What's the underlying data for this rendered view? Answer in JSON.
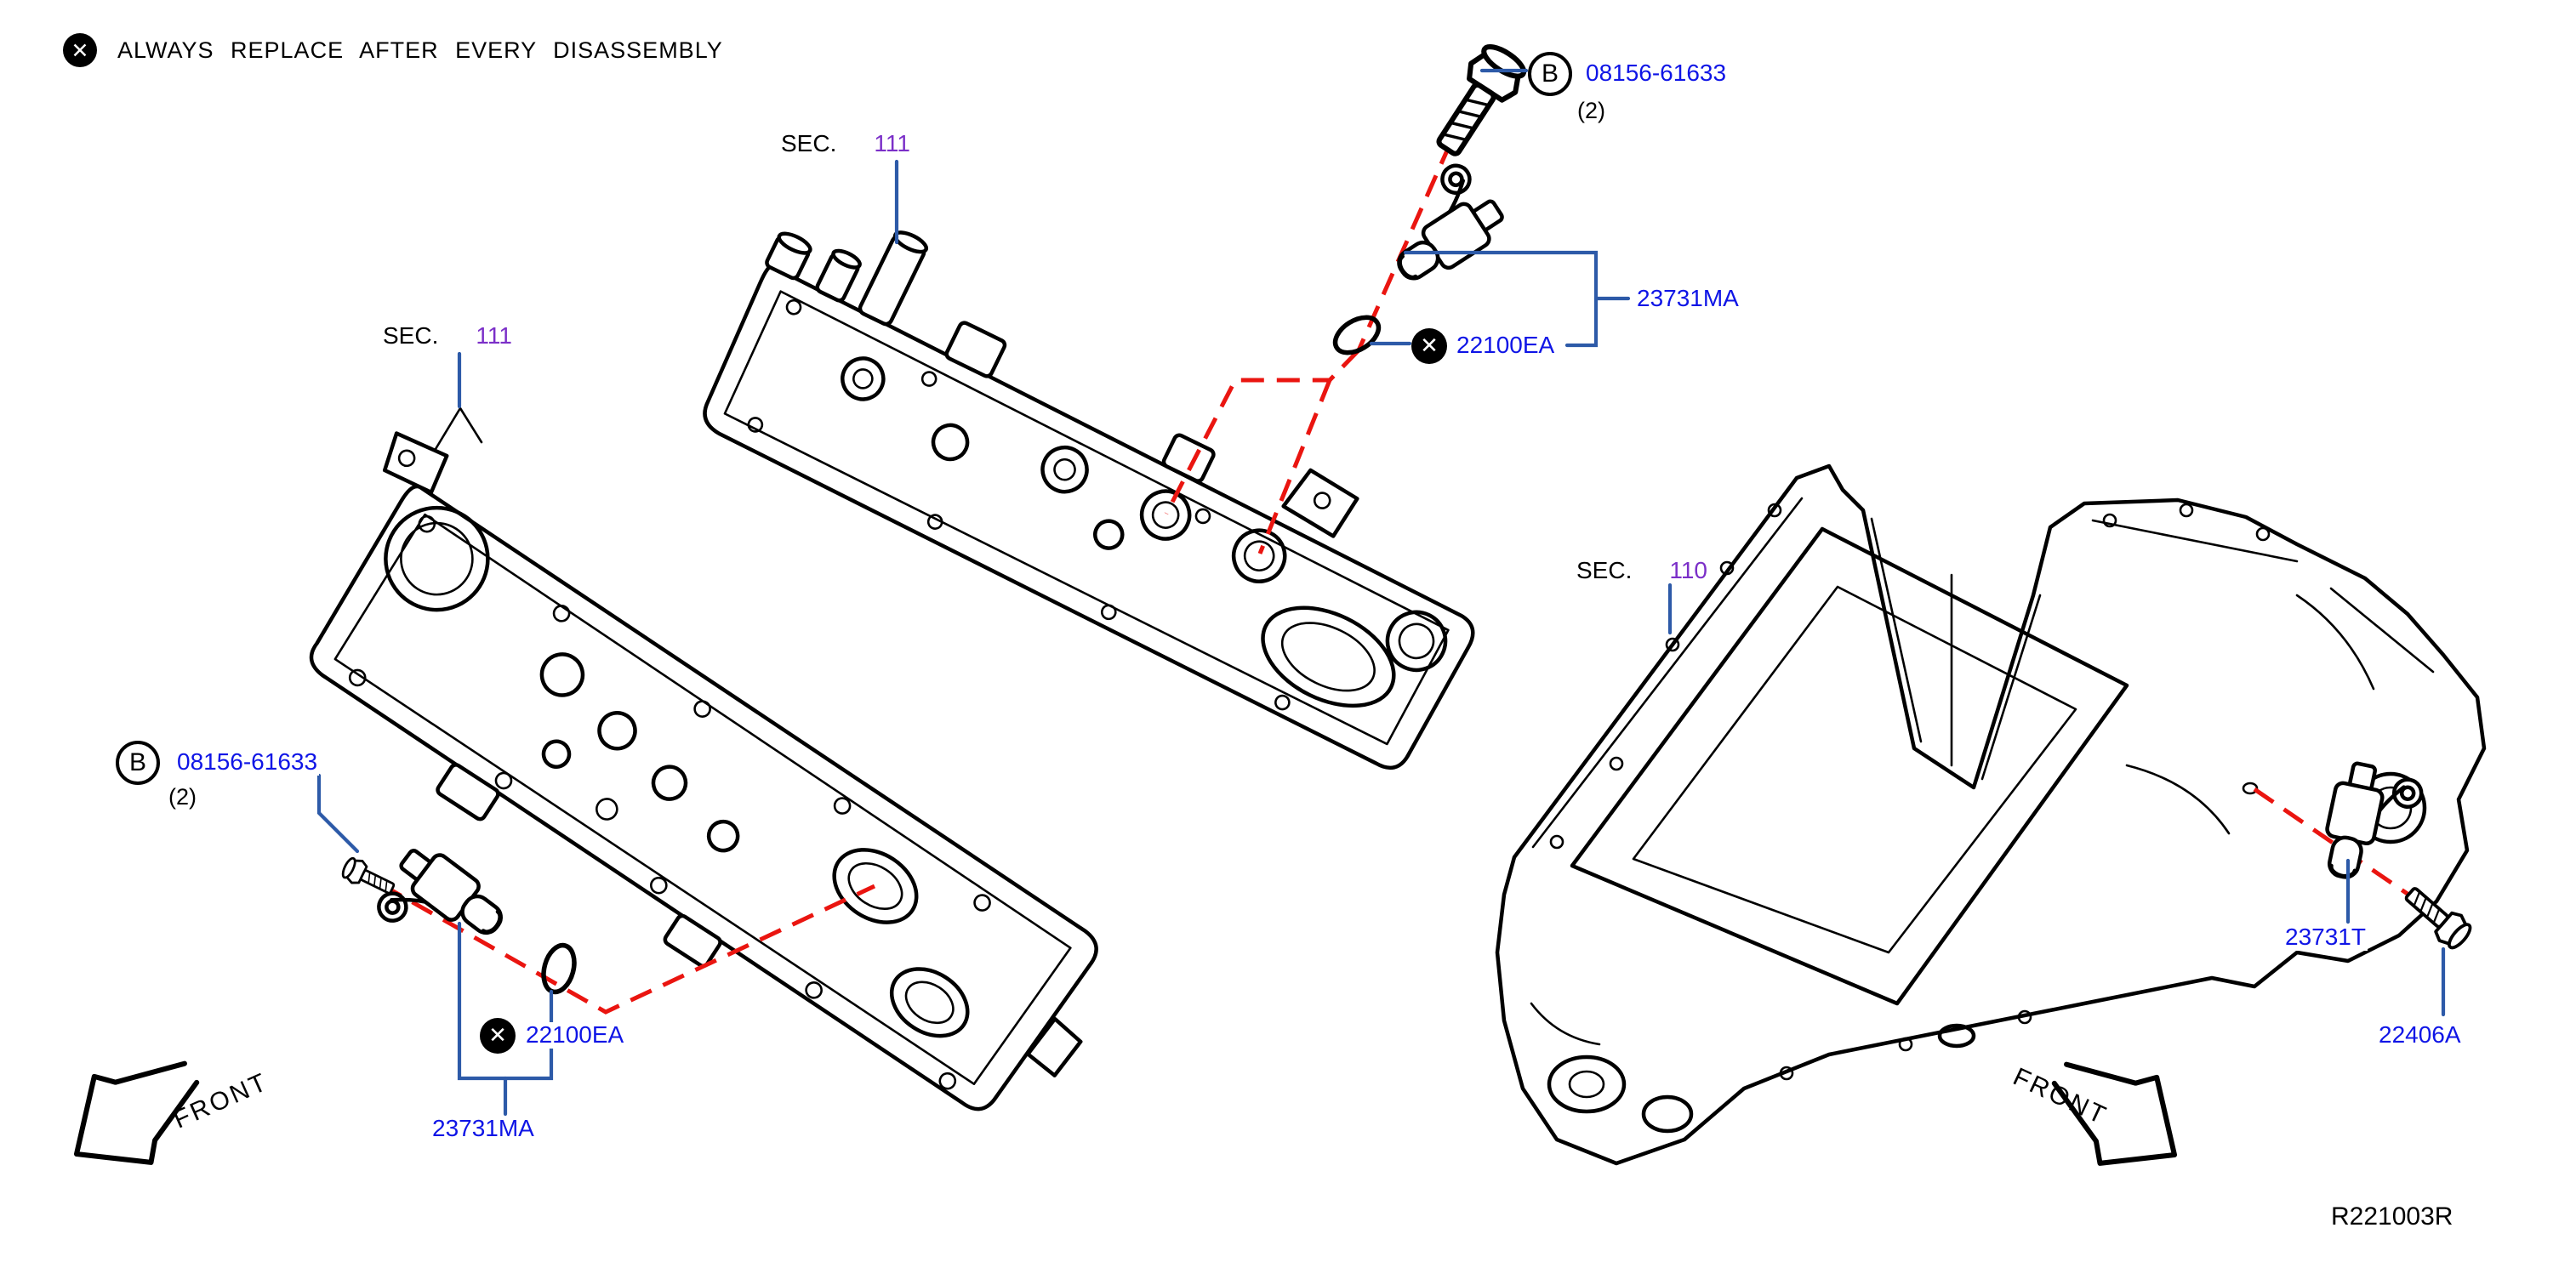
{
  "note": {
    "icon": "always-replace-icon",
    "text": "ALWAYS REPLACE AFTER EVERY DISASSEMBLY"
  },
  "colors": {
    "part_number_blue": "#0f15e6",
    "section_purple": "#7b2fc8",
    "leader_blue": "#2d5aa8",
    "replace_red": "#ea1510",
    "drawing_black": "#000000"
  },
  "sections": {
    "valve_cover_rear": {
      "label": "SEC.",
      "number": "111"
    },
    "valve_cover_front": {
      "label": "SEC.",
      "number": "111"
    },
    "oil_pan": {
      "label": "SEC.",
      "number": "110"
    }
  },
  "callouts": {
    "bolt_upper": {
      "ref": "B",
      "part_number": "08156-61633",
      "quantity": "(2)"
    },
    "bolt_lower": {
      "ref": "B",
      "part_number": "08156-61633",
      "quantity": "(2)"
    },
    "cam_sensor_assy_upper": {
      "part_number": "23731MA"
    },
    "cam_sensor_assy_lower": {
      "part_number": "23731MA"
    },
    "oring_upper": {
      "part_number": "22100EA"
    },
    "oring_lower": {
      "part_number": "22100EA"
    },
    "crank_sensor": {
      "part_number": "23731T"
    },
    "crank_sensor_bolt": {
      "part_number": "22406A"
    }
  },
  "orientation": {
    "front_left": "FRONT",
    "front_right": "FRONT"
  },
  "drawing_ref": "R221003R",
  "icon_glyphs": {
    "replace_x": "✕"
  }
}
